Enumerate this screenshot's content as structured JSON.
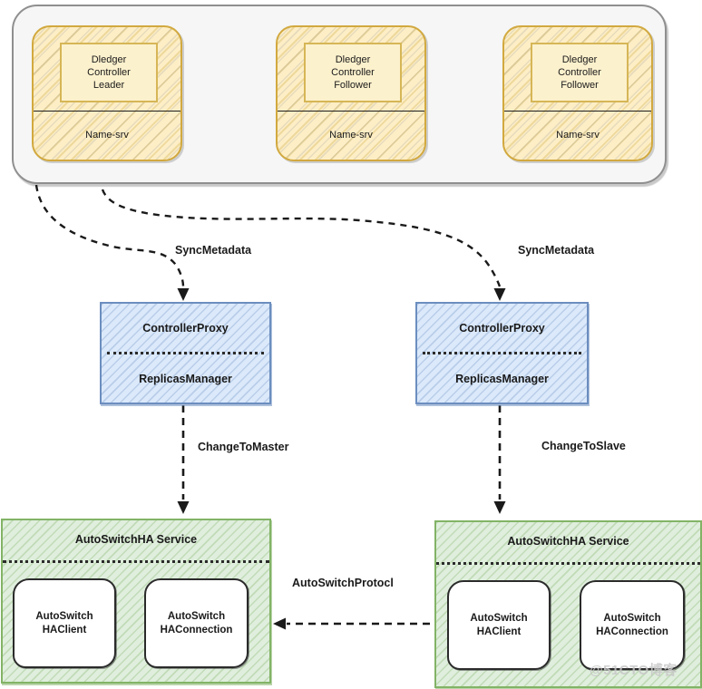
{
  "cluster": {
    "nodes": [
      {
        "title": "Dledger\nController\nLeader",
        "subtitle": "Name-srv"
      },
      {
        "title": "Dledger\nController\nFollower",
        "subtitle": "Name-srv"
      },
      {
        "title": "Dledger\nController\nFollower",
        "subtitle": "Name-srv"
      }
    ]
  },
  "proxies": [
    {
      "top": "ControllerProxy",
      "bottom": "ReplicasManager"
    },
    {
      "top": "ControllerProxy",
      "bottom": "ReplicasManager"
    }
  ],
  "services": [
    {
      "title": "AutoSwitchHA Service",
      "components": [
        "AutoSwitch\nHAClient",
        "AutoSwitch\nHAConnection"
      ]
    },
    {
      "title": "AutoSwitchHA Service",
      "components": [
        "AutoSwitch\nHAClient",
        "AutoSwitch\nHAConnection"
      ]
    }
  ],
  "edges": {
    "sync_left": "SyncMetadata",
    "sync_right": "SyncMetadata",
    "change_master": "ChangeToMaster",
    "change_slave": "ChangeToSlave",
    "protocol": "AutoSwitchProtocl"
  },
  "watermark": "@51CTO博客",
  "colors": {
    "node_fill": "#fdeec6",
    "node_border": "#d6b656",
    "proxy_fill": "#dbe9fb",
    "proxy_border": "#6c8ebf",
    "service_fill": "#dfeedd",
    "service_border": "#82b366",
    "container_fill": "#f5f6f5",
    "container_border": "#8f8f8f",
    "arrow": "#1a1a1a",
    "watermark": "#c7c7c7"
  }
}
